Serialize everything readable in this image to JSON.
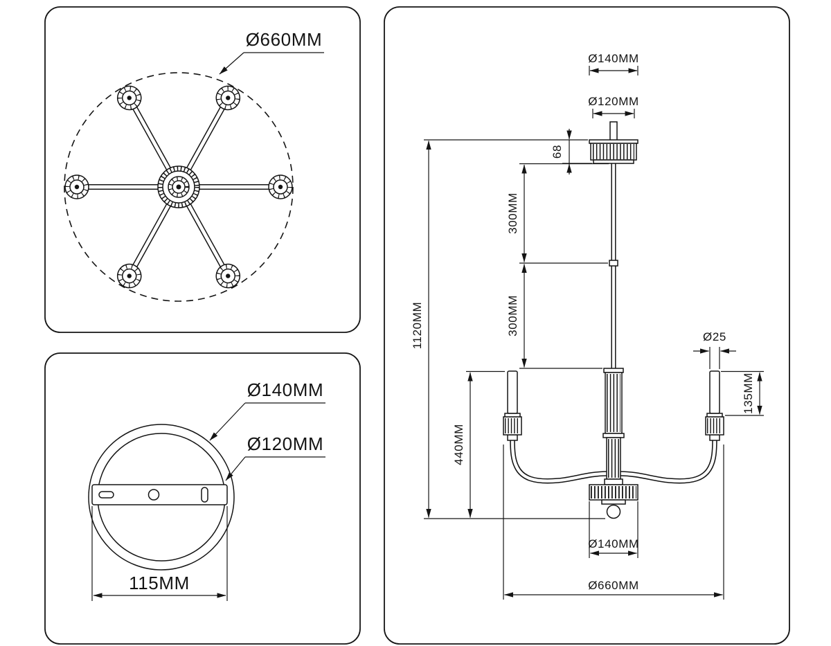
{
  "colors": {
    "ink": "#141414",
    "paper": "#ffffff"
  },
  "top_view": {
    "overall_diameter": "Ø660MM"
  },
  "mount_view": {
    "outer_diameter": "Ø140MM",
    "inner_diameter": "Ø120MM",
    "bracket_width": "115MM"
  },
  "side_view": {
    "canopy_diameter": "Ø140MM",
    "canopy_inner_diameter": "Ø120MM",
    "canopy_height": "68",
    "stem_upper_length": "300MM",
    "stem_lower_length": "300MM",
    "total_height": "1120MM",
    "candle_diameter": "Ø25",
    "candle_height": "135MM",
    "body_height": "440MM",
    "hub_diameter": "Ø140MM",
    "overall_width": "Ø660MM"
  }
}
